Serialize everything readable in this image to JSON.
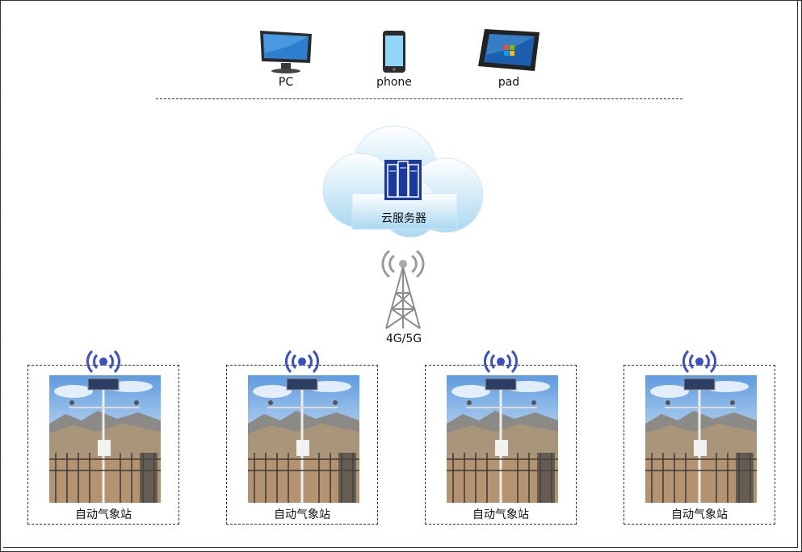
{
  "devices": [
    {
      "label": "PC",
      "icon": "monitor-icon"
    },
    {
      "label": "phone",
      "icon": "smartphone-icon"
    },
    {
      "label": "pad",
      "icon": "tablet-icon"
    }
  ],
  "cloud": {
    "label": "云服务器",
    "icon": "server-icon"
  },
  "tower": {
    "label": "4G/5G",
    "icon": "cell-tower-icon"
  },
  "stations": [
    {
      "label": "自动气象站",
      "icon": "wireless-signal-icon"
    },
    {
      "label": "自动气象站",
      "icon": "wireless-signal-icon"
    },
    {
      "label": "自动气象站",
      "icon": "wireless-signal-icon"
    },
    {
      "label": "自动气象站",
      "icon": "wireless-signal-icon"
    }
  ],
  "colors": {
    "signal": "#3a4fc8",
    "server": "#1b3aa0",
    "cloud": "#bfe3f5"
  }
}
